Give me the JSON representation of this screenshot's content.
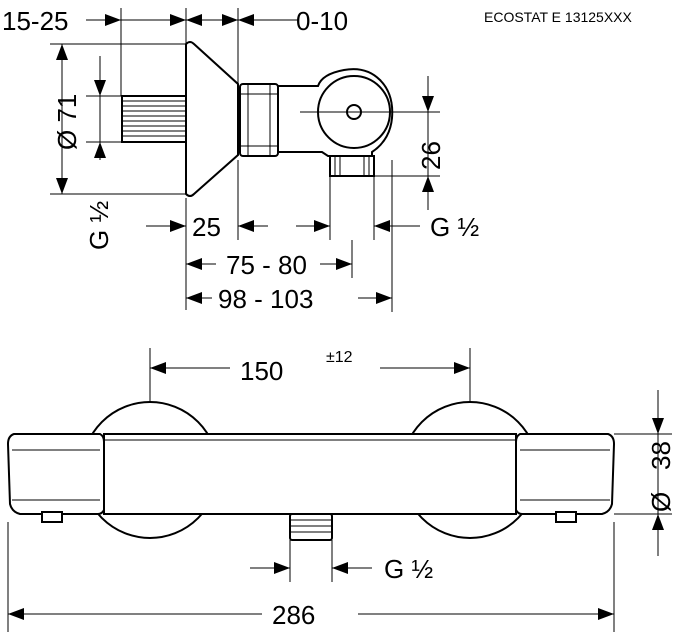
{
  "model": "ECOSTAT E 13125XXX",
  "top_view": {
    "dim_wall_gap": "15-25",
    "dim_offset": "0-10",
    "dim_diameter": "Ø 71",
    "dim_thread_left": "G ½",
    "dim_25": "25",
    "dim_thread_right": "G ½",
    "dim_26": "26",
    "dim_75_80": "75 - 80",
    "dim_98_103": "98 - 103"
  },
  "front_view": {
    "dim_150": "150",
    "dim_150_tol": "±12",
    "dim_38": "38",
    "dim_diameter": "Ø",
    "dim_thread": "G ½",
    "dim_286": "286"
  }
}
